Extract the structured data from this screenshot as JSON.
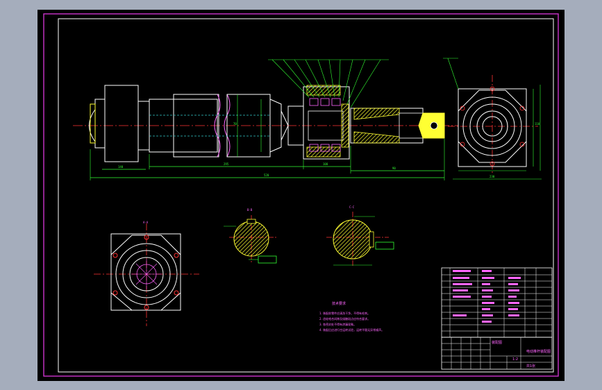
{
  "drawing": {
    "notes_title": "技术要求",
    "notes": [
      "1. 装配前零件应清洗干净，不得有毛刺。",
      "2. 齿轮啮合间隙及接触斑点应符合要求。",
      "3. 各密封处不得有渗漏现象。",
      "4. 装配后应进行空运转试验，运转平稳无异常噪声。"
    ],
    "title_block": {
      "assembly_name": "装配图",
      "drawing_title": "电动推杆装配图",
      "scale": "1:2",
      "sheet": "共1张"
    },
    "dimensions": {
      "overall": "520",
      "length_a": "295",
      "length_b": "140",
      "length_c": "108",
      "length_d": "90",
      "length_e": "230",
      "height_a": "110",
      "height_b": "70"
    },
    "section_labels": [
      "A-A",
      "B-B",
      "C-C"
    ]
  },
  "colors": {
    "frame": "#cc33cc",
    "outline": "#ffffff",
    "dimension": "#33ff33",
    "centerline": "#ff3333",
    "hatch": "#ffff33",
    "text": "#ff66ff"
  }
}
